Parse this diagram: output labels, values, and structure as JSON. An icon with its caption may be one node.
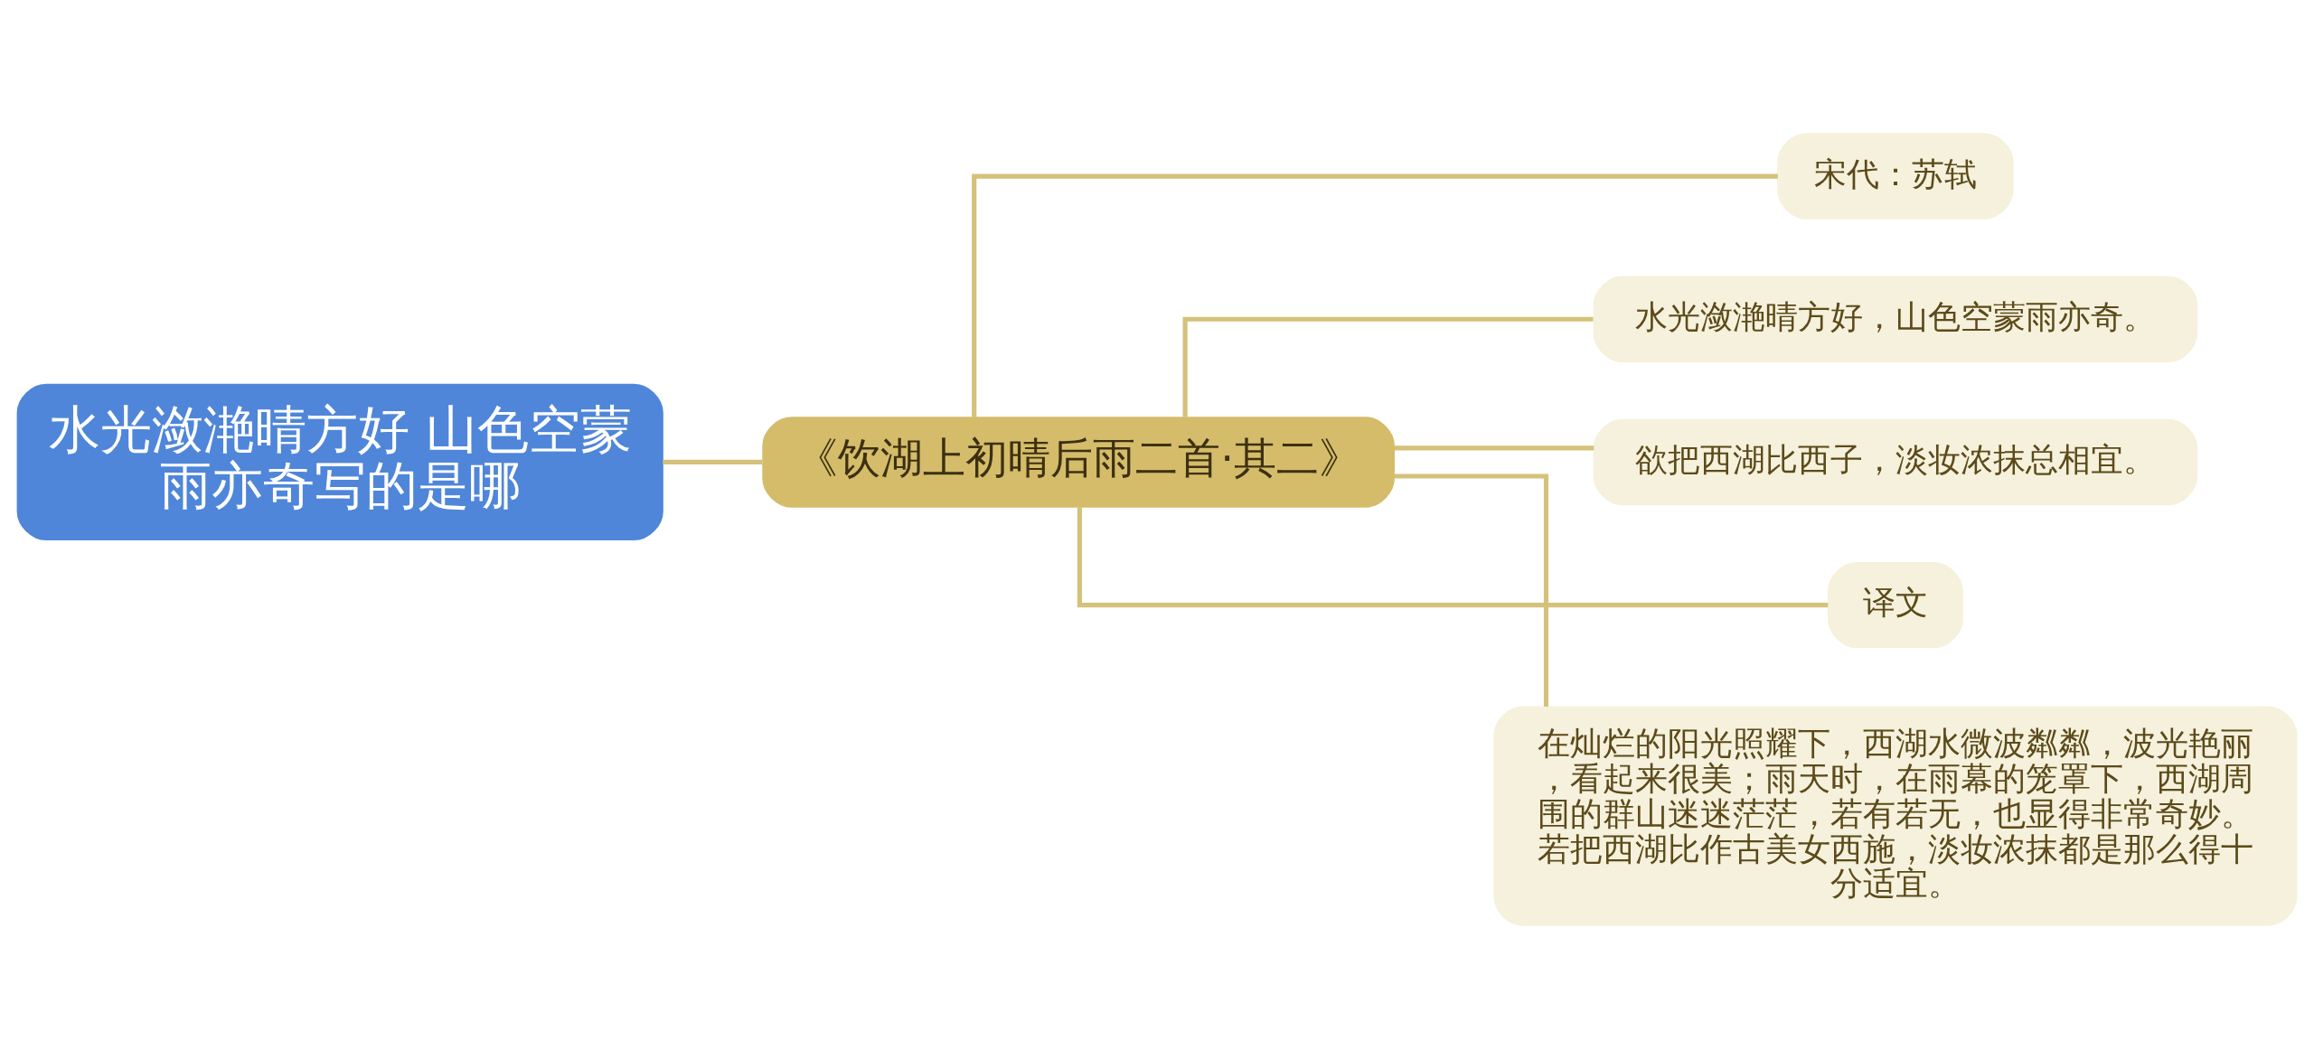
{
  "diagram": {
    "nodes": [
      {
        "text": [
          "水光潋滟晴方好 山色空蒙雨亦奇写的是哪"
        ]
      },
      {
        "text": [
          "《饮湖上初晴后雨二首·其二》"
        ]
      },
      {
        "text": [
          "宋代：苏轼"
        ]
      },
      {
        "text": [
          "水光潋滟晴方好，山色空蒙雨亦奇。"
        ]
      },
      {
        "text": [
          "欲把西湖比西子，淡妆浓抹总相宜。"
        ]
      },
      {
        "text": [
          "译文"
        ]
      },
      {
        "text": [
          "在灿烂的阳光照耀下，西湖水微波粼粼，波光艳丽，看起来很美；雨天时，在雨幕的笼罩下，西湖周围的群山迷迷茫茫，若有若无，也显得非常奇妙。若把西湖比作古美女西施，淡妆浓抹都是那么得十分适宜。"
        ]
      }
    ],
    "edges": [
      {
        "from": 0,
        "to": 1,
        "arrow": "none"
      },
      {
        "from": 1,
        "to": 2,
        "arrow": "none"
      },
      {
        "from": 1,
        "to": 3,
        "arrow": "none"
      },
      {
        "from": 1,
        "to": 4,
        "arrow": "none"
      },
      {
        "from": 1,
        "to": 5,
        "arrow": "none"
      },
      {
        "from": 1,
        "to": 6,
        "arrow": "none"
      }
    ]
  }
}
